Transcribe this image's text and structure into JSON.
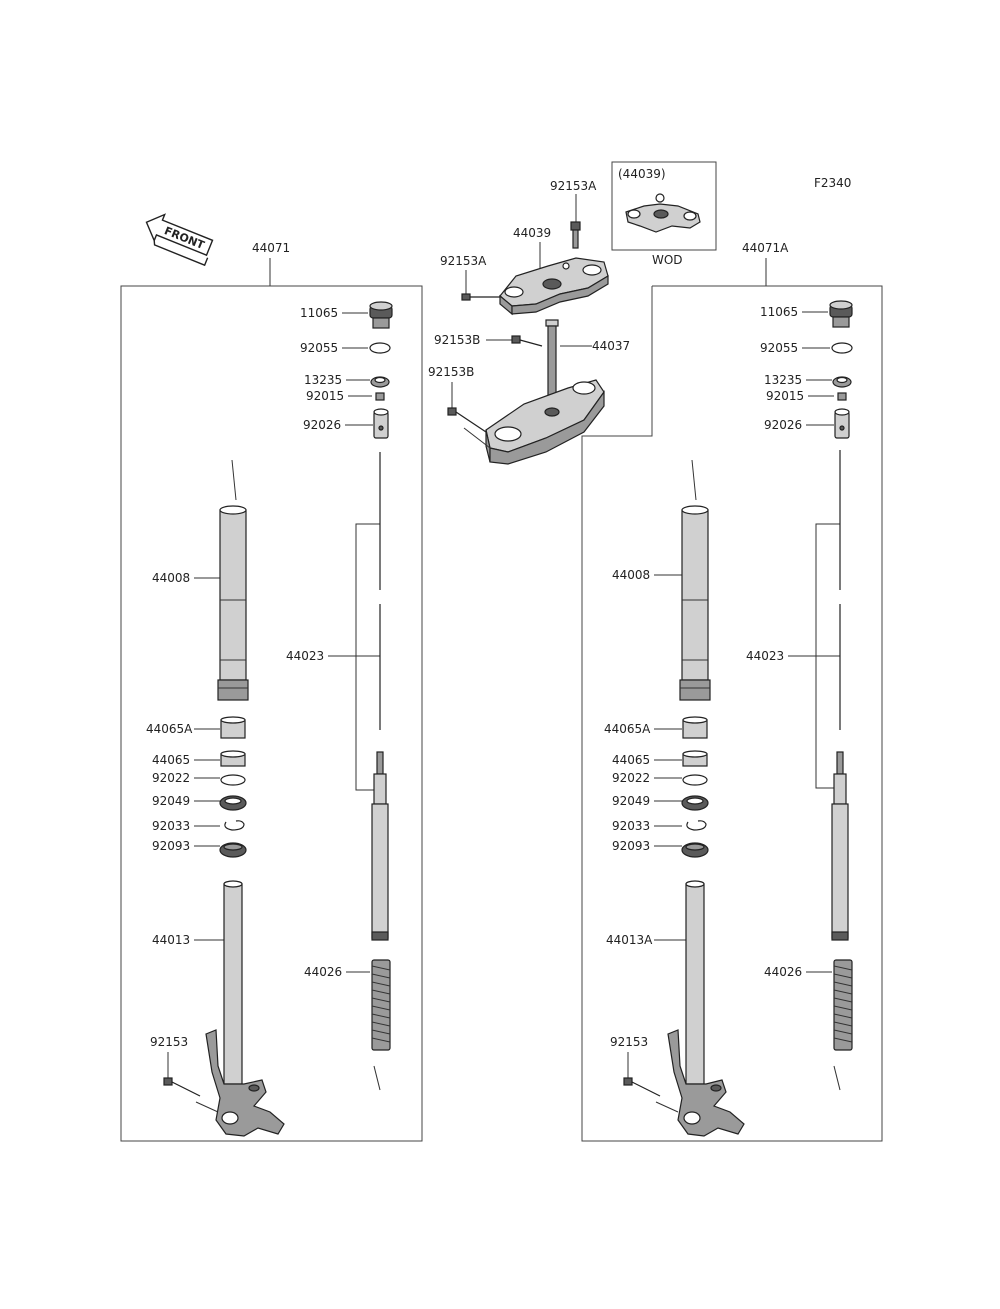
{
  "figure_code": "F2340",
  "front_label": "FRONT",
  "inset": {
    "title": "(44039)",
    "note": "WOD"
  },
  "assemblies": {
    "left": "44071",
    "right": "44071A"
  },
  "center_labels": {
    "bolt_top": "92153A",
    "upper_clamp": "44039",
    "bolt_upper_side": "92153A",
    "bolt_stem": "92153B",
    "stem_bracket": "44037",
    "bolt_lower": "92153B"
  },
  "left_labels": {
    "cap": "11065",
    "oring": "92055",
    "collar": "13235",
    "nut": "92015",
    "adjuster": "92026",
    "outer_tube": "44008",
    "damper_rod": "44023",
    "bushing_a": "44065A",
    "bushing": "44065",
    "washer": "92022",
    "oil_seal": "92049",
    "stop_ring": "92033",
    "dust_seal": "92093",
    "inner_tube": "44013",
    "spring": "44026",
    "axle_bolt": "92153"
  },
  "right_labels": {
    "cap": "11065",
    "oring": "92055",
    "collar": "13235",
    "nut": "92015",
    "adjuster": "92026",
    "outer_tube": "44008",
    "damper_rod": "44023",
    "bushing_a": "44065A",
    "bushing": "44065",
    "washer": "92022",
    "oil_seal": "92049",
    "stop_ring": "92033",
    "dust_seal": "92093",
    "inner_tube": "44013A",
    "spring": "44026",
    "axle_bolt": "92153"
  }
}
